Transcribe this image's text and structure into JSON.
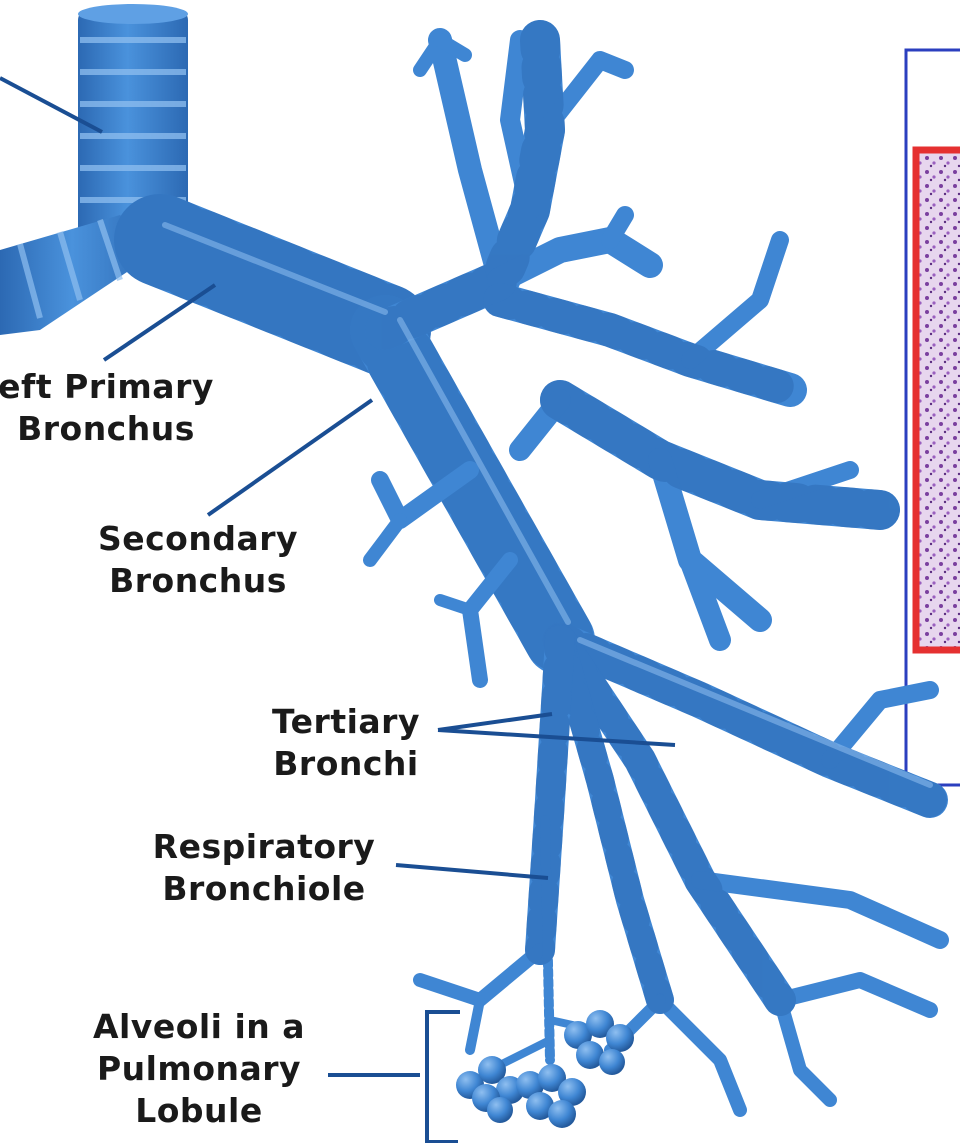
{
  "labels": {
    "left_primary_bronchus": [
      "eft Primary",
      "Bronchus"
    ],
    "secondary_bronchus": [
      "Secondary",
      "Bronchus"
    ],
    "tertiary_bronchi": [
      "Tertiary",
      "Bronchi"
    ],
    "respiratory_bronchiole": [
      "Respiratory",
      "Bronchiole"
    ],
    "alveoli": [
      "Alveoli in a",
      "Pulmonary",
      "Lobule"
    ]
  },
  "colors": {
    "airway": "#3f86d3",
    "airway_band": "#2c69b3",
    "highlight": "#8fbff0",
    "leader": "#1a4e93",
    "inset_border": "#2b3fbf",
    "micrograph_frame": "#e53030",
    "stain": "#b788c9"
  },
  "icons": {
    "trachea": "trachea-illustration",
    "micrograph": "histology-micrograph-inset"
  }
}
